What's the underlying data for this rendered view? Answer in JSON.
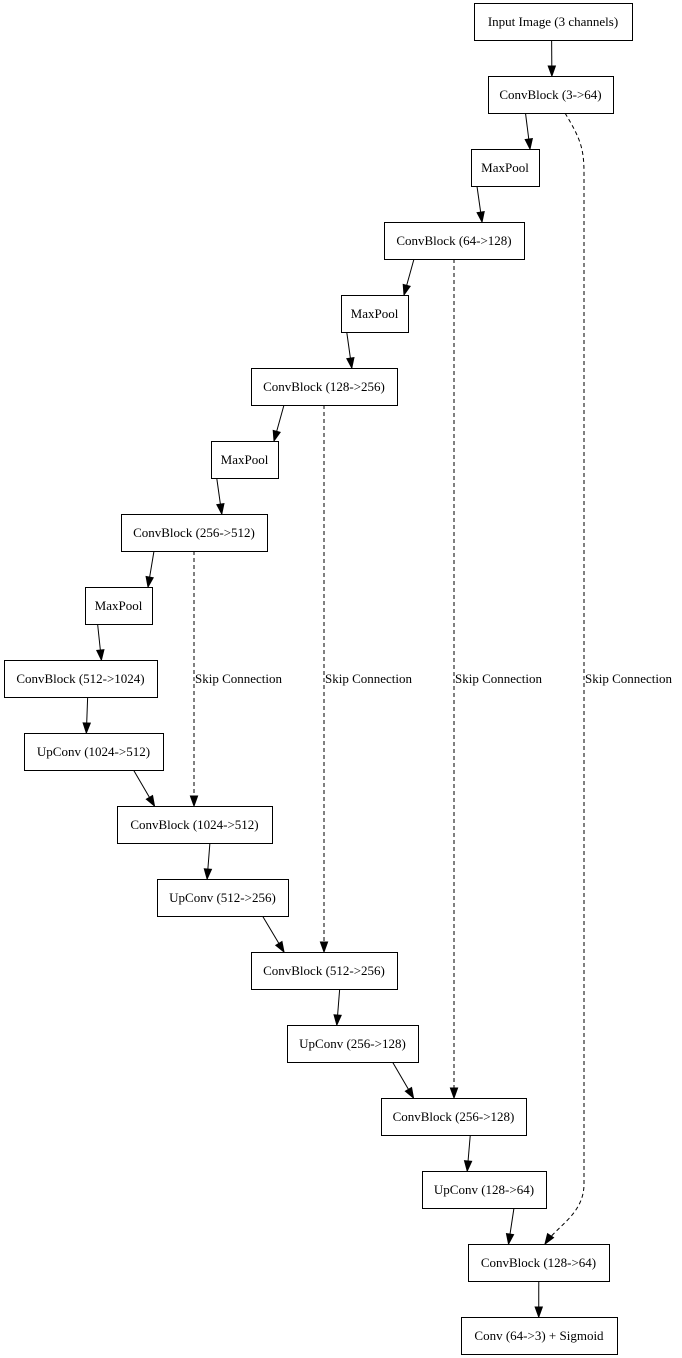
{
  "diagram": {
    "nodes": [
      {
        "id": "input",
        "label": "Input Image (3 channels)"
      },
      {
        "id": "enc1",
        "label": "ConvBlock (3->64)"
      },
      {
        "id": "pool1",
        "label": "MaxPool"
      },
      {
        "id": "enc2",
        "label": "ConvBlock (64->128)"
      },
      {
        "id": "pool2",
        "label": "MaxPool"
      },
      {
        "id": "enc3",
        "label": "ConvBlock (128->256)"
      },
      {
        "id": "pool3",
        "label": "MaxPool"
      },
      {
        "id": "enc4",
        "label": "ConvBlock (256->512)"
      },
      {
        "id": "pool4",
        "label": "MaxPool"
      },
      {
        "id": "bottleneck",
        "label": "ConvBlock (512->1024)"
      },
      {
        "id": "up4",
        "label": "UpConv (1024->512)"
      },
      {
        "id": "dec4",
        "label": "ConvBlock (1024->512)"
      },
      {
        "id": "up3",
        "label": "UpConv (512->256)"
      },
      {
        "id": "dec3",
        "label": "ConvBlock (512->256)"
      },
      {
        "id": "up2",
        "label": "UpConv (256->128)"
      },
      {
        "id": "dec2",
        "label": "ConvBlock (256->128)"
      },
      {
        "id": "up1",
        "label": "UpConv (128->64)"
      },
      {
        "id": "dec1",
        "label": "ConvBlock (128->64)"
      },
      {
        "id": "output",
        "label": "Conv (64->3) + Sigmoid"
      }
    ],
    "edges": [
      {
        "from": "input",
        "to": "enc1"
      },
      {
        "from": "enc1",
        "to": "pool1"
      },
      {
        "from": "pool1",
        "to": "enc2"
      },
      {
        "from": "enc2",
        "to": "pool2"
      },
      {
        "from": "pool2",
        "to": "enc3"
      },
      {
        "from": "enc3",
        "to": "pool3"
      },
      {
        "from": "pool3",
        "to": "enc4"
      },
      {
        "from": "enc4",
        "to": "pool4"
      },
      {
        "from": "pool4",
        "to": "bottleneck"
      },
      {
        "from": "bottleneck",
        "to": "up4"
      },
      {
        "from": "up4",
        "to": "dec4"
      },
      {
        "from": "dec4",
        "to": "up3"
      },
      {
        "from": "up3",
        "to": "dec3"
      },
      {
        "from": "dec3",
        "to": "up2"
      },
      {
        "from": "up2",
        "to": "dec2"
      },
      {
        "from": "dec2",
        "to": "up1"
      },
      {
        "from": "up1",
        "to": "dec1"
      },
      {
        "from": "dec1",
        "to": "output"
      }
    ],
    "skip_edges": [
      {
        "from": "enc4",
        "to": "dec4",
        "label": "Skip Connection"
      },
      {
        "from": "enc3",
        "to": "dec3",
        "label": "Skip Connection"
      },
      {
        "from": "enc2",
        "to": "dec2",
        "label": "Skip Connection"
      },
      {
        "from": "enc1",
        "to": "dec1",
        "label": "Skip Connection"
      }
    ]
  }
}
